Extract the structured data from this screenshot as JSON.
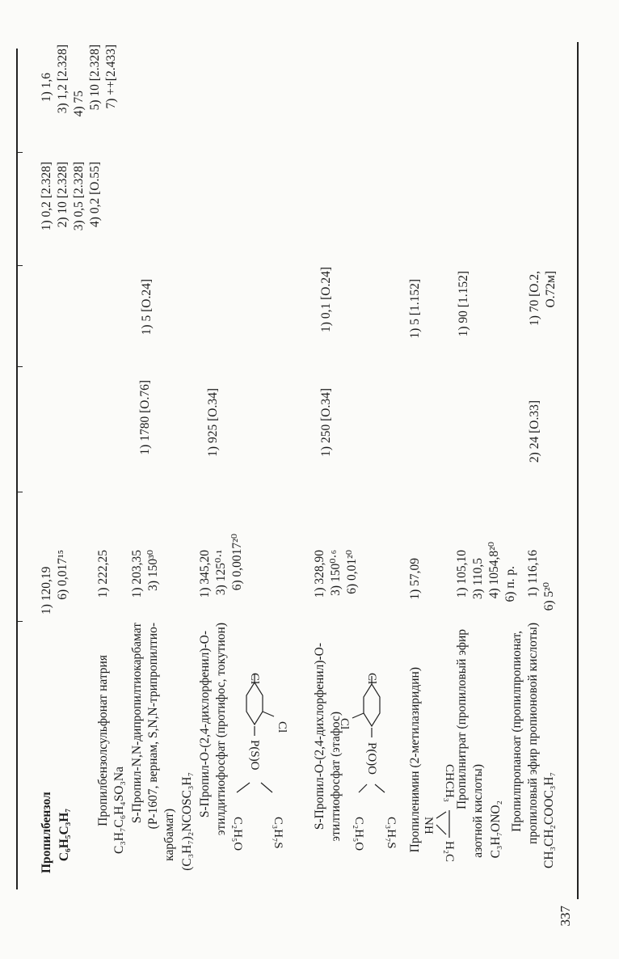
{
  "page_number": "337",
  "rows": [
    {
      "name_lines": [
        "Пропилбензол",
        "C₆H₅C₃H₇"
      ],
      "props": [
        "1) 120,19",
        "6) 0,017¹⁵"
      ],
      "c3": "",
      "c4": "",
      "c5": [],
      "c6": [
        "1) 1,6",
        "3) 1,2  [2.328]",
        "4) 75",
        "5) 10  [2.328]",
        "7) ++[2.433]"
      ]
    },
    {
      "name_lines": [
        "Пропилбензолсульфонат натрия",
        "C₃H₇C₆H₄SO₃Na"
      ],
      "props": [
        "1) 222,25"
      ],
      "c3": "",
      "c4": "",
      "c5": [
        "1) 0,2  [2.328]",
        "2) 10  [2.328]",
        "3) 0,5  [2.328]",
        "4) 0,2  [O.55]"
      ],
      "c6": []
    },
    {
      "name_lines": [
        "S-Пропил-N,N-дипропилтиокарбамат",
        "(Р-1607, вернам, S,N,N-трипропилтио-",
        "карбамат)",
        "(C₃H₇)₂NCOSC₃H₇"
      ],
      "props": [
        "1) 203,35",
        "3) 150³⁰"
      ],
      "c3": "1) 1780  [O.76]",
      "c4": "1) 5  [O.24]",
      "c5": [],
      "c6": []
    },
    {
      "name_lines": [
        "S-Пропил-O-(2,4-дихлорфенил)-O-",
        "этилдитиофосфат (протифос, токутион)"
      ],
      "props": [
        "1) 345,20",
        "3) 125⁰·¹",
        "6) 0,0017²⁰"
      ],
      "c3": "1) 925  [O.34]",
      "c4": "",
      "c5": [],
      "c6": []
    },
    {
      "name_lines": [
        "S-Пропил-O-(2,4-дихлорфенил)-O-",
        "этилтиофосфат (этафос)"
      ],
      "props": [
        "1) 328,90",
        "3) 150⁰·⁶",
        "6) 0,01²⁰"
      ],
      "c3": "1) 250  [O.34]",
      "c4": "1) 0,1  [O.24]",
      "c5": [],
      "c6": []
    },
    {
      "name_lines": [
        "Пропиленимин (2-метилазиридин)"
      ],
      "props": [
        "1) 57,09"
      ],
      "c3": "",
      "c4": "1) 5  [1.152]",
      "c5": [],
      "c6": []
    },
    {
      "name_lines": [
        "Пропилнитрат  (пропиловый  эфир",
        "азотной кислоты)",
        "C₃H₇ONO₂"
      ],
      "props": [
        "1) 105,10",
        "3) 110,5",
        "4) 1054,8²⁰",
        "6) п. р."
      ],
      "c3": "",
      "c4": "1) 90  [1.152]",
      "c5": [],
      "c6": []
    },
    {
      "name_lines": [
        "Пропилпропаноат  (пропилпропионат,",
        "пропиловый эфир пропионовой кислоты)",
        "CH₃CH₂COOC₃H₇"
      ],
      "props": [
        "1) 116,16",
        "6) 5²⁰"
      ],
      "c3": "2) 24  [O.33]",
      "c4": "1) 70  [O.2,",
      "c4b": "O.72м]",
      "c5": [],
      "c6": []
    }
  ],
  "struct_labels": {
    "c3h7s": "C₃H₇S",
    "c2h5o": "C₂H₅O",
    "ps_o": "P(S)O",
    "po_o": "P(O)O",
    "cl": "Cl",
    "h2c": "H₂C",
    "chch3": "CHCH₃",
    "nh": "NH"
  }
}
